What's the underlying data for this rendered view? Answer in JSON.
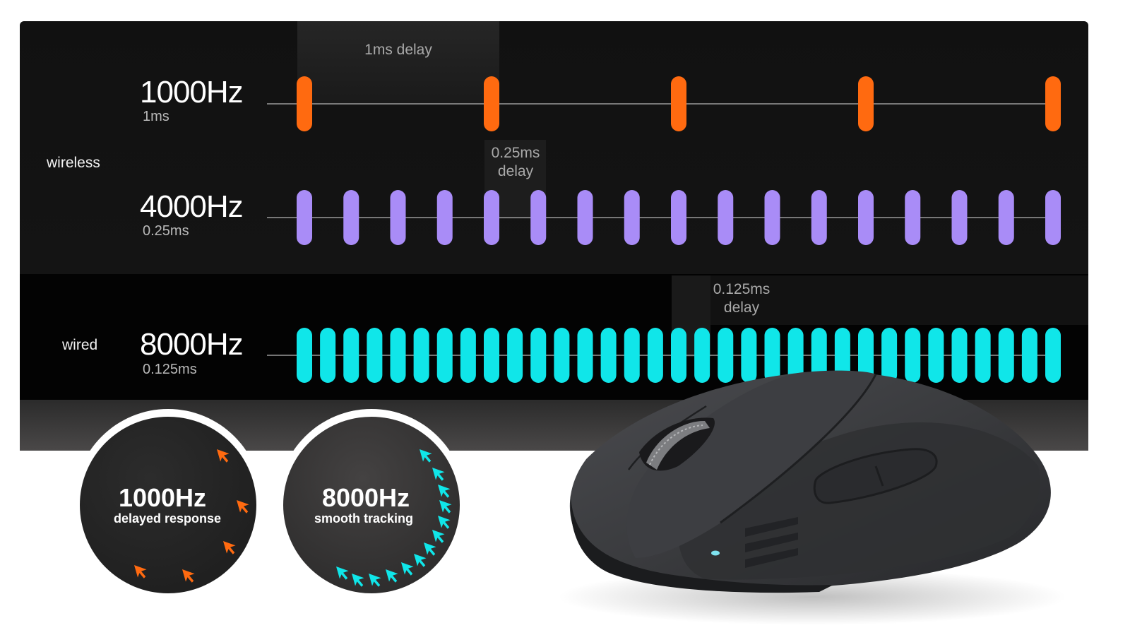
{
  "rows": [
    {
      "hz": "1000Hz",
      "ms": "1ms",
      "color": "#ff6a10",
      "count": 5
    },
    {
      "hz": "4000Hz",
      "ms": "0.25ms",
      "color": "#a98cf7",
      "count": 17
    },
    {
      "hz": "8000Hz",
      "ms": "0.125ms",
      "color": "#10e6e9",
      "count": 33
    }
  ],
  "labels": {
    "wireless": "wireless",
    "wired": "wired"
  },
  "delays": {
    "d1": [
      "1ms delay"
    ],
    "d4": [
      "0.25ms",
      "delay"
    ],
    "d8": [
      "0.125ms",
      "delay"
    ]
  },
  "circles": [
    {
      "hz": "1000Hz",
      "sub": "delayed response",
      "cursor_color": "#ff6a10"
    },
    {
      "hz": "8000Hz",
      "sub": "smooth tracking",
      "cursor_color": "#10e6e9"
    }
  ],
  "icons": [
    "cursor-arrow-icon",
    "mouse-image"
  ],
  "colors": {
    "panel": "#0d0d0d",
    "wired_band": "#030303",
    "line": "#9a9a9a"
  }
}
